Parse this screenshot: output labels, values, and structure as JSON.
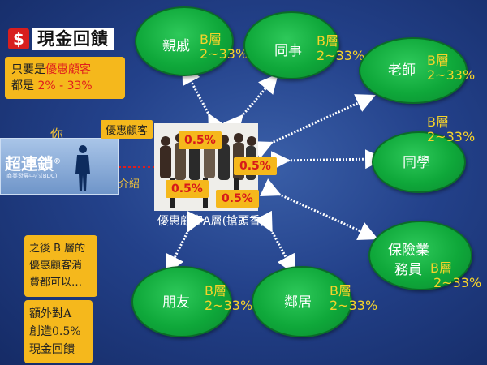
{
  "title": {
    "icon": "dollar-sign-icon",
    "symbol": "$",
    "text": "現金回饋"
  },
  "note1": {
    "line1_pre": "只要是",
    "line1_highlight": "優惠顧客",
    "line2_pre": "都是 ",
    "line2_highlight": "2% - 33%"
  },
  "you_label": "你",
  "brand": {
    "name": "超連鎖",
    "reg": "®",
    "subtitle": "商業發展中心(BDC)"
  },
  "intro_label": "介紹",
  "customer_label": "優惠顧客",
  "percentages": [
    "0.5%",
    "0.5%",
    "0.5%",
    "0.5%"
  ],
  "caption": "優惠顧客A層(搶頭香)",
  "nodes": [
    {
      "label": "親戚",
      "level_letter": "B層",
      "level_range": "2~33%"
    },
    {
      "label": "同事",
      "level_letter": "B層",
      "level_range": "2~33%"
    },
    {
      "label": "老師",
      "level_letter": "B層",
      "level_range": "2~33%"
    },
    {
      "label": "同學",
      "level_letter": "B層",
      "level_range": "2~33%"
    },
    {
      "label": "保險業",
      "label2": "務員",
      "level_letter": "B層",
      "level_range": "2~33%"
    },
    {
      "label": "朋友",
      "level_letter": "B層",
      "level_range": "2~33%"
    },
    {
      "label": "鄰居",
      "level_letter": "B層",
      "level_range": "2~33%"
    }
  ],
  "note2": [
    "之後 B 層的",
    "優惠顧客消",
    "費都可以…"
  ],
  "note3": [
    "額外對A",
    "創造0.5%",
    "現金回饋"
  ],
  "colors": {
    "background": "#23418a",
    "oval_green": "#0fa83a",
    "note_yellow": "#f5b81c",
    "highlight_red": "#e01d1d",
    "level_yellow": "#f6d32a"
  }
}
